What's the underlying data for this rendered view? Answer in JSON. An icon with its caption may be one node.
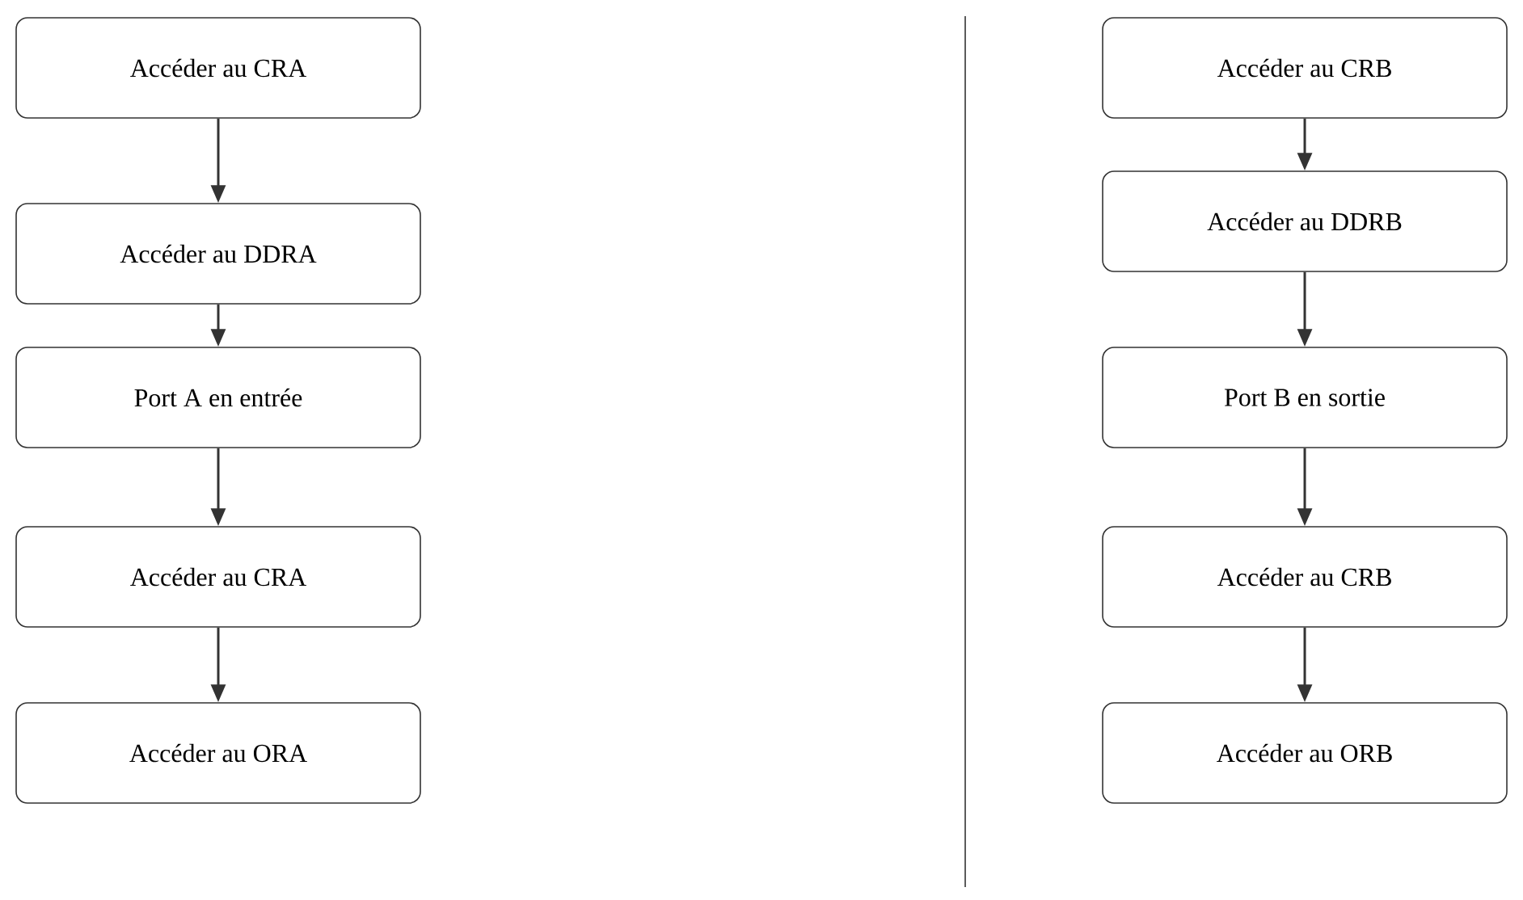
{
  "diagram": {
    "nodes": [
      {
        "text": [
          "Accéder au CRA"
        ]
      },
      {
        "text": [
          "Accéder au DDRA"
        ]
      },
      {
        "text": [
          "Port A en entrée"
        ]
      },
      {
        "text": [
          "Accéder au CRA"
        ]
      },
      {
        "text": [
          "Accéder au ORA"
        ]
      },
      {
        "text": [
          "Accéder au CRB"
        ]
      },
      {
        "text": [
          "Accéder au DDRB"
        ]
      },
      {
        "text": [
          "Port B en sortie"
        ]
      },
      {
        "text": [
          "Accéder au CRB"
        ]
      },
      {
        "text": [
          "Accéder au ORB"
        ]
      }
    ],
    "edges": [
      {
        "from": 0,
        "to": 1,
        "arrow": "to"
      },
      {
        "from": 1,
        "to": 2,
        "arrow": "to"
      },
      {
        "from": 2,
        "to": 3,
        "arrow": "to"
      },
      {
        "from": 3,
        "to": 4,
        "arrow": "to"
      },
      {
        "from": 5,
        "to": 6,
        "arrow": "to"
      },
      {
        "from": 6,
        "to": 7,
        "arrow": "to"
      },
      {
        "from": 7,
        "to": 8,
        "arrow": "to"
      },
      {
        "from": 8,
        "to": 9,
        "arrow": "to"
      }
    ]
  }
}
